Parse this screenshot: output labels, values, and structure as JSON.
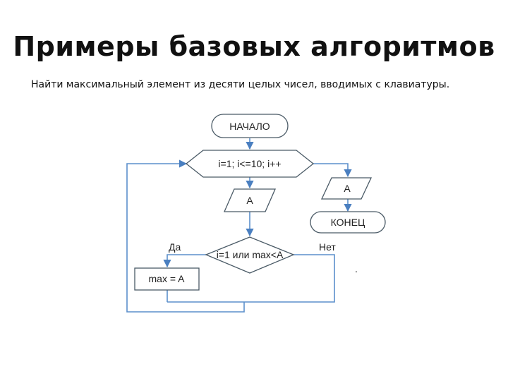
{
  "slide": {
    "title": "Примеры базовых алгоритмов",
    "subtitle": "Найти максимальный элемент из десяти целых чисел, вводимых с клавиатуры."
  },
  "flowchart": {
    "start": "НАЧАЛО",
    "loop": "i=1; i<=10; i++",
    "input_a": "A",
    "output_a": "A",
    "end": "КОНЕЦ",
    "decision": "i=1 или max<A",
    "yes": "Да",
    "no": "Нет",
    "assign": "max = A",
    "dot": "."
  }
}
